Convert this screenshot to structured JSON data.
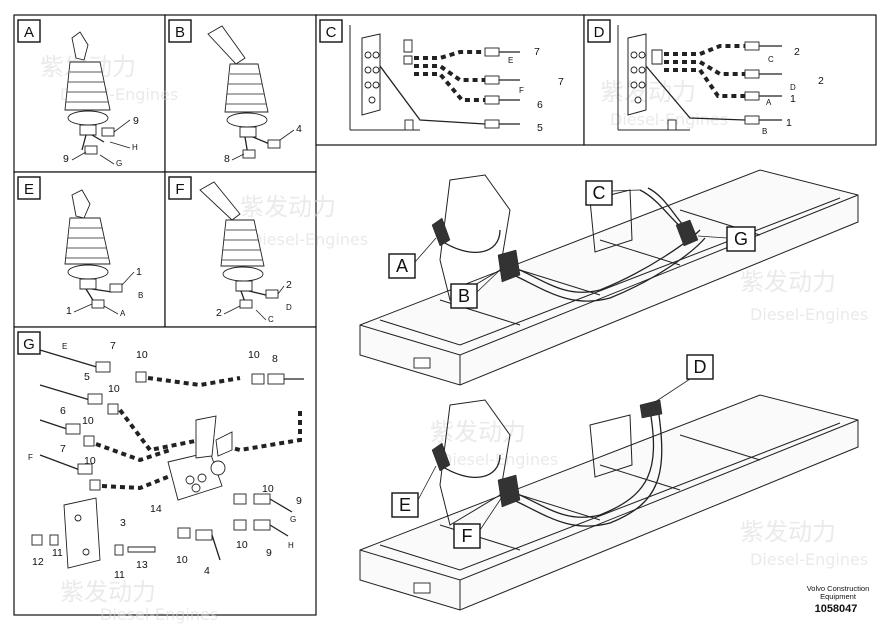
{
  "panels": {
    "A": {
      "label": "A",
      "callouts": [
        "9",
        "H",
        "9",
        "G"
      ]
    },
    "B": {
      "label": "B",
      "callouts": [
        "4",
        "8"
      ]
    },
    "C": {
      "label": "C",
      "callouts": [
        "7",
        "E",
        "7",
        "F",
        "6",
        "5"
      ]
    },
    "D": {
      "label": "D",
      "callouts": [
        "2",
        "C",
        "2",
        "D",
        "1",
        "A",
        "1",
        "B"
      ]
    },
    "E": {
      "label": "E",
      "callouts": [
        "1",
        "B",
        "1",
        "A"
      ]
    },
    "F": {
      "label": "F",
      "callouts": [
        "2",
        "D",
        "2",
        "C"
      ]
    },
    "G": {
      "label": "G",
      "callouts": [
        "E",
        "7",
        "10",
        "10",
        "8",
        "5",
        "10",
        "6",
        "10",
        "F",
        "7",
        "10",
        "14",
        "10",
        "9",
        "G",
        "3",
        "10",
        "9",
        "H",
        "12",
        "11",
        "11",
        "13",
        "10",
        "4"
      ]
    }
  },
  "main_view": {
    "upper_labels": [
      "A",
      "B",
      "C",
      "G"
    ],
    "lower_labels": [
      "D",
      "E",
      "F"
    ]
  },
  "watermark": {
    "brand": "紫发动力",
    "text": "Diesel-Engines"
  },
  "footer": {
    "line1": "Volvo Construction",
    "line2": "Equipment",
    "number": "1058047"
  }
}
